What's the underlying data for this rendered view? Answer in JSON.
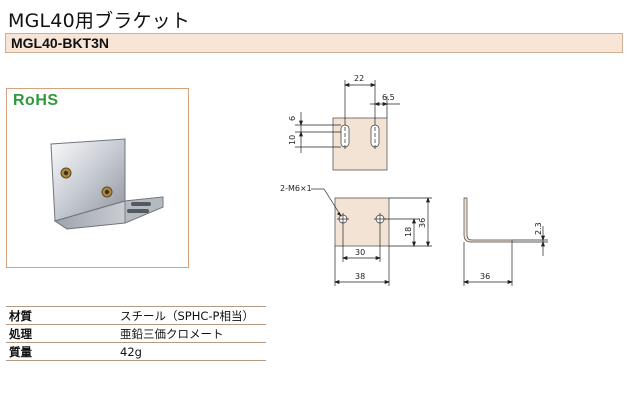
{
  "header": {
    "title": "MGL40用ブラケット",
    "model": "MGL40-BKT3N"
  },
  "photo": {
    "badge": "RoHS"
  },
  "drawing": {
    "labels": {
      "top_width": "22",
      "slot_offset": "6.5",
      "slot_len": "6",
      "slot_pitch": "10",
      "hole_note": "2-M6×1",
      "height": "36",
      "hole_height": "18",
      "hole_pitch": "30",
      "width": "38",
      "thickness": "2.3",
      "side_depth": "36"
    }
  },
  "specs": [
    {
      "key": "材質",
      "value": "スチール（SPHC-P相当）"
    },
    {
      "key": "処理",
      "value": "亜鉛三価クロメート"
    },
    {
      "key": "質量",
      "value": "42g"
    }
  ]
}
